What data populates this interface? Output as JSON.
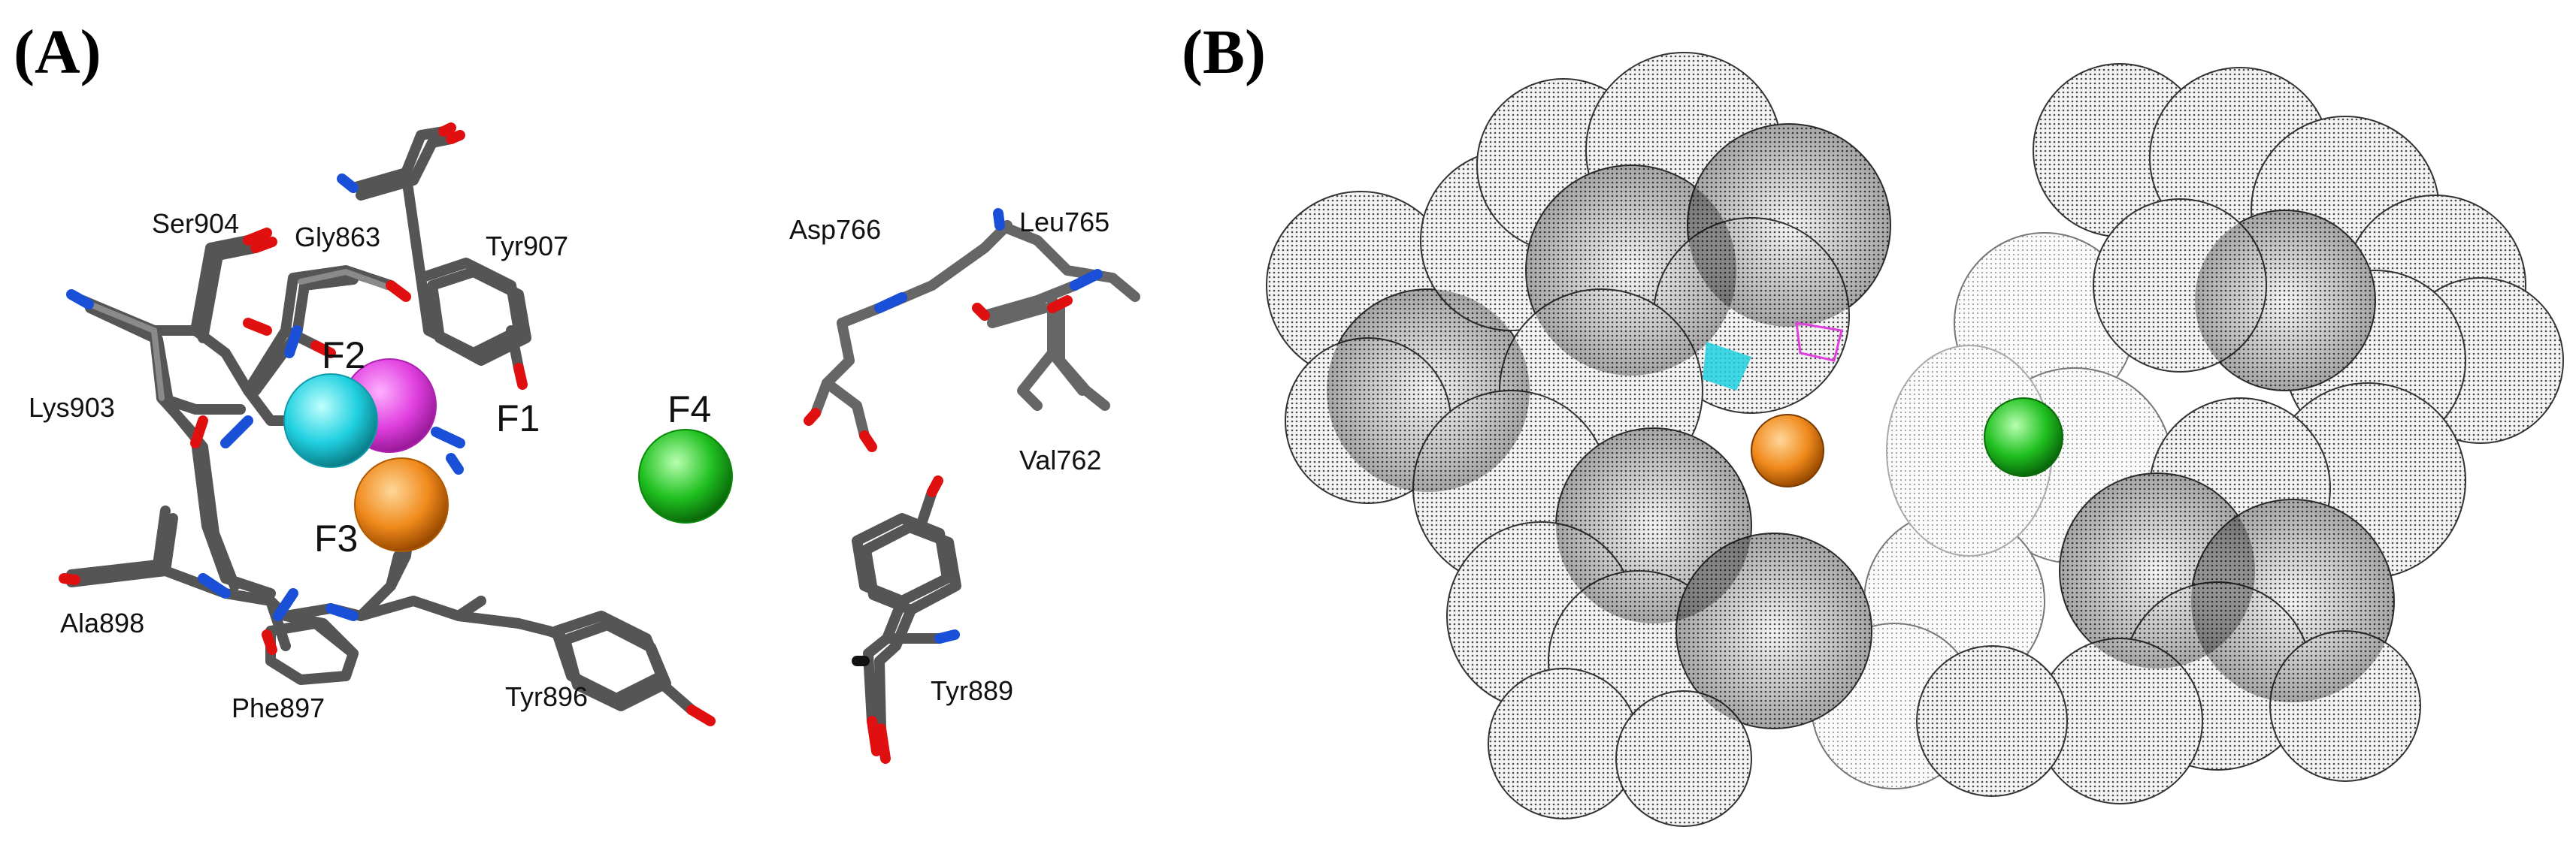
{
  "panels": {
    "a_label": "(A)",
    "b_label": "(B)"
  },
  "residues": {
    "ser904": "Ser904",
    "gly863": "Gly863",
    "tyr907": "Tyr907",
    "lys903": "Lys903",
    "ala898": "Ala898",
    "phe897": "Phe897",
    "tyr896": "Tyr896",
    "asp766": "Asp766",
    "leu765": "Leu765",
    "val762": "Val762",
    "tyr889": "Tyr889"
  },
  "features": {
    "f1": "F1",
    "f2": "F2",
    "f3": "F3",
    "f4": "F4"
  },
  "colors": {
    "f1": "#e040e0",
    "f2": "#20d0e0",
    "f3": "#f08a1c",
    "f4": "#20c020",
    "carbon": "#6b6b6b",
    "oxygen": "#e01010",
    "nitrogen": "#1a4fd8",
    "surface": "#9a9a9a"
  }
}
